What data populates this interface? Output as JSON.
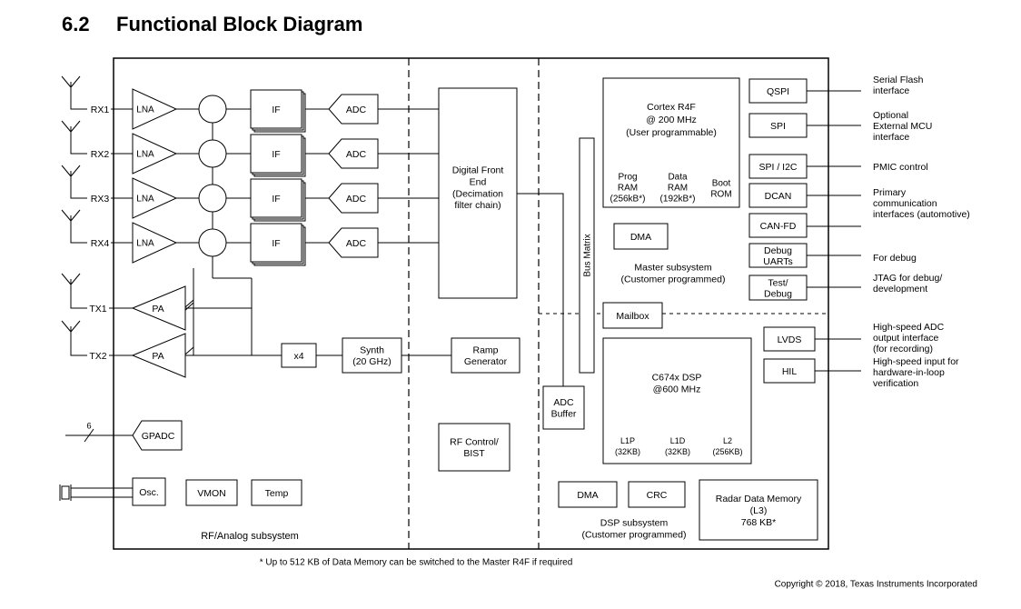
{
  "heading": {
    "number": "6.2",
    "title": "Functional Block Diagram"
  },
  "rf": {
    "rx_labels": [
      "RX1",
      "RX2",
      "RX3",
      "RX4"
    ],
    "lna": "LNA",
    "if_block": "IF",
    "adc": "ADC",
    "tx_labels": [
      "TX1",
      "TX2"
    ],
    "pa": "PA",
    "x4": "x4",
    "synth": [
      "Synth",
      "(20 GHz)"
    ],
    "gpadc_count": "6",
    "gpadc": "GPADC",
    "osc": "Osc.",
    "vmon": "VMON",
    "temp": "Temp",
    "subsystem": "RF/Analog subsystem"
  },
  "dfe": {
    "lines": [
      "Digital Front",
      "End",
      "",
      "(Decimation",
      "filter chain)"
    ]
  },
  "ramp": [
    "Ramp",
    "Generator"
  ],
  "rf_control": [
    "RF Control/",
    "BIST"
  ],
  "adc_buffer": [
    "ADC",
    "Buffer"
  ],
  "bus_matrix": "Bus Matrix",
  "master": {
    "cortex": [
      "Cortex R4F",
      "@ 200 MHz",
      "",
      "(User programmable)"
    ],
    "prog_ram": [
      "Prog",
      "RAM",
      "(256kB*)"
    ],
    "data_ram": [
      "Data",
      "RAM",
      "(192kB*)"
    ],
    "boot_rom": [
      "Boot",
      "ROM"
    ],
    "dma": "DMA",
    "subsystem": [
      "Master subsystem",
      "(Customer programmed)"
    ],
    "mailbox": "Mailbox"
  },
  "dsp": {
    "core": [
      "C674x DSP",
      "@600 MHz"
    ],
    "l1p": [
      "L1P",
      "(32KB)"
    ],
    "l1d": [
      "L1D",
      "(32KB)"
    ],
    "l2": [
      "L2",
      "(256KB)"
    ],
    "dma": "DMA",
    "crc": "CRC",
    "subsystem": [
      "DSP subsystem",
      "(Customer programmed)"
    ],
    "radar_mem": [
      "Radar Data Memory",
      "(L3)",
      "768 KB*"
    ]
  },
  "interfaces": [
    {
      "block": [
        "QSPI"
      ],
      "desc": [
        "Serial Flash",
        "interface"
      ]
    },
    {
      "block": [
        "SPI"
      ],
      "desc": [
        "Optional",
        "External MCU",
        "interface"
      ]
    },
    {
      "block": [
        "SPI / I2C"
      ],
      "desc": [
        "PMIC control"
      ]
    },
    {
      "block": [
        "DCAN"
      ],
      "desc": [
        "Primary",
        "communication",
        "interfaces (automotive)"
      ]
    },
    {
      "block": [
        "CAN-FD"
      ],
      "desc": []
    },
    {
      "block": [
        "Debug",
        "UARTs"
      ],
      "desc": [
        "For debug"
      ]
    },
    {
      "block": [
        "Test/",
        "Debug"
      ],
      "desc": [
        "JTAG for debug/",
        "development"
      ]
    },
    {
      "block": [
        "LVDS"
      ],
      "desc": [
        "High-speed ADC",
        "output interface",
        "(for recording)"
      ]
    },
    {
      "block": [
        "HIL"
      ],
      "desc": [
        "High-speed input for",
        "hardware-in-loop",
        "verification"
      ]
    }
  ],
  "footnote": "* Up to 512 KB of Data Memory can be switched to the Master R4F if required",
  "copyright": "Copyright © 2018, Texas Instruments Incorporated"
}
